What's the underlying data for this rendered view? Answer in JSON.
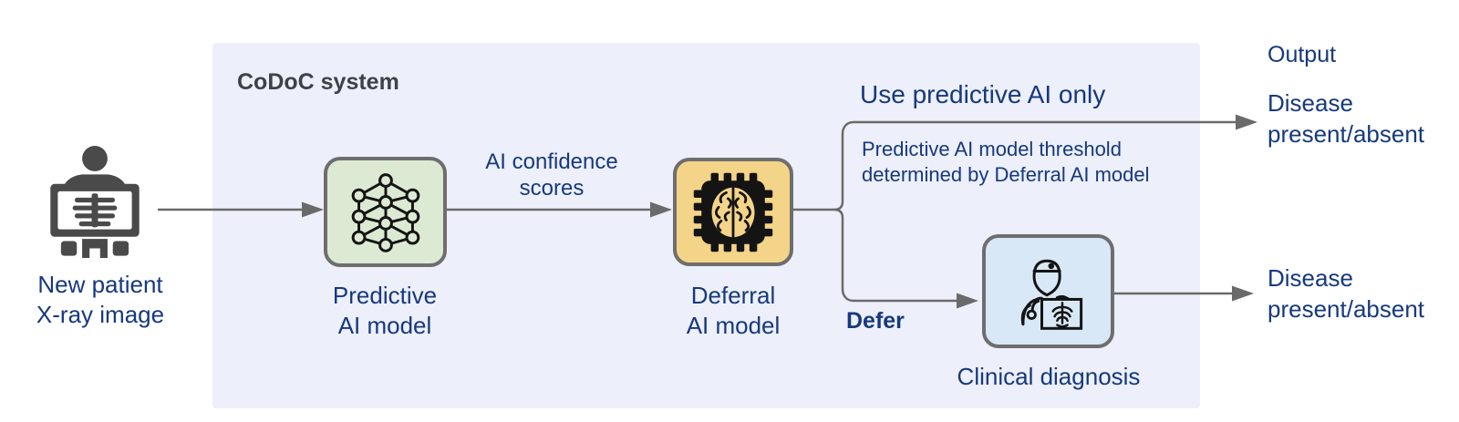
{
  "colors": {
    "panel_bg": "#EDEFFA",
    "predictive_fill": "#DCEAD3",
    "deferral_fill": "#F4D489",
    "clinical_fill": "#D9E8F6",
    "node_border": "#6E6E6E",
    "arrow_gray": "#6A6A6A",
    "navy_text": "#16397D",
    "title_text": "#3E4247",
    "icon_dark": "#4A4A4A"
  },
  "panel": {
    "title": "CoDoC system"
  },
  "input": {
    "label": "New patient\nX-ray image",
    "icon": "patient-xray-icon"
  },
  "nodes": {
    "predictive": {
      "label": "Predictive\nAI model",
      "icon": "neural-network-icon"
    },
    "deferral": {
      "label": "Deferral\nAI model",
      "icon": "chip-brain-icon"
    },
    "clinical": {
      "label": "Clinical diagnosis",
      "icon": "doctor-xray-icon"
    }
  },
  "edges": {
    "confidence_label": "AI confidence\nscores",
    "use_predictive_label": "Use predictive AI only",
    "threshold_note": "Predictive AI model threshold\ndetermined by Deferral AI model",
    "defer_label": "Defer"
  },
  "outputs": {
    "heading": "Output",
    "top_result": "Disease\npresent/absent",
    "bottom_result": "Disease\npresent/absent"
  }
}
